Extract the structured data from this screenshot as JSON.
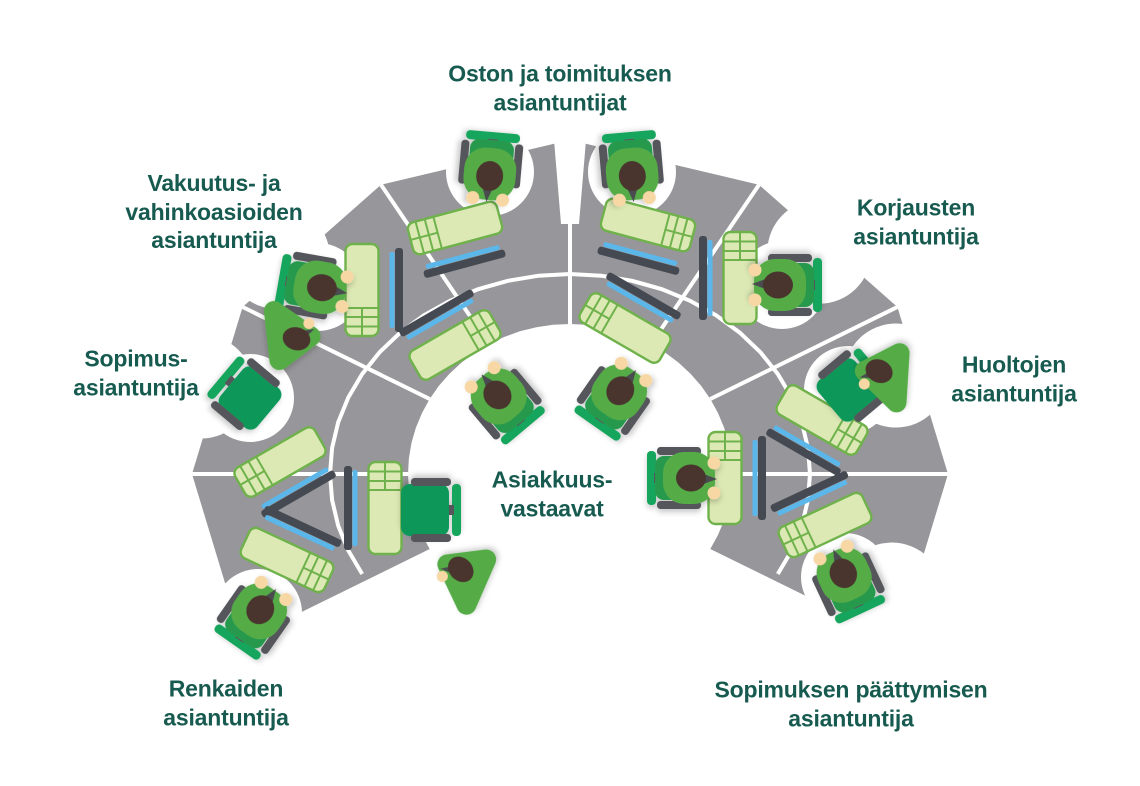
{
  "diagram_title": "",
  "labels": {
    "oston": "Oston ja toimituksen\nasiantuntijat",
    "vakuutus": "Vakuutus- ja\nvahinkoasioiden\nasiantuntija",
    "korjausten": "Korjausten\nasiantuntija",
    "sopimus": "Sopimus-\nasiantuntija",
    "huoltojen": "Huoltojen\nasiantuntija",
    "asiakkuus": "Asiakkuus-\nvastaavat",
    "renkaiden": "Renkaiden\nasiantuntija",
    "sopimuksen": "Sopimuksen päättymisen\nasiantuntija"
  },
  "colors": {
    "background": "#ffffff",
    "desk_surface": "#97969a",
    "divider": "#ffffff",
    "desk_pad_fill": "#dce9b4",
    "desk_pad_border": "#6fb24c",
    "monitor_screen": "#5bb7e9",
    "monitor_frame": "#454a52",
    "person_shirt": "#54ac46",
    "person_shirt_dark": "#27994d",
    "chair_back": "#17a55c",
    "chair_seat": "#11985a",
    "chair_armrest": "#55565c",
    "arm_sleeve": "#4a4b4f",
    "hair": "#4a352d",
    "skin": "#f7d7a4",
    "label_text": "#175a50"
  }
}
